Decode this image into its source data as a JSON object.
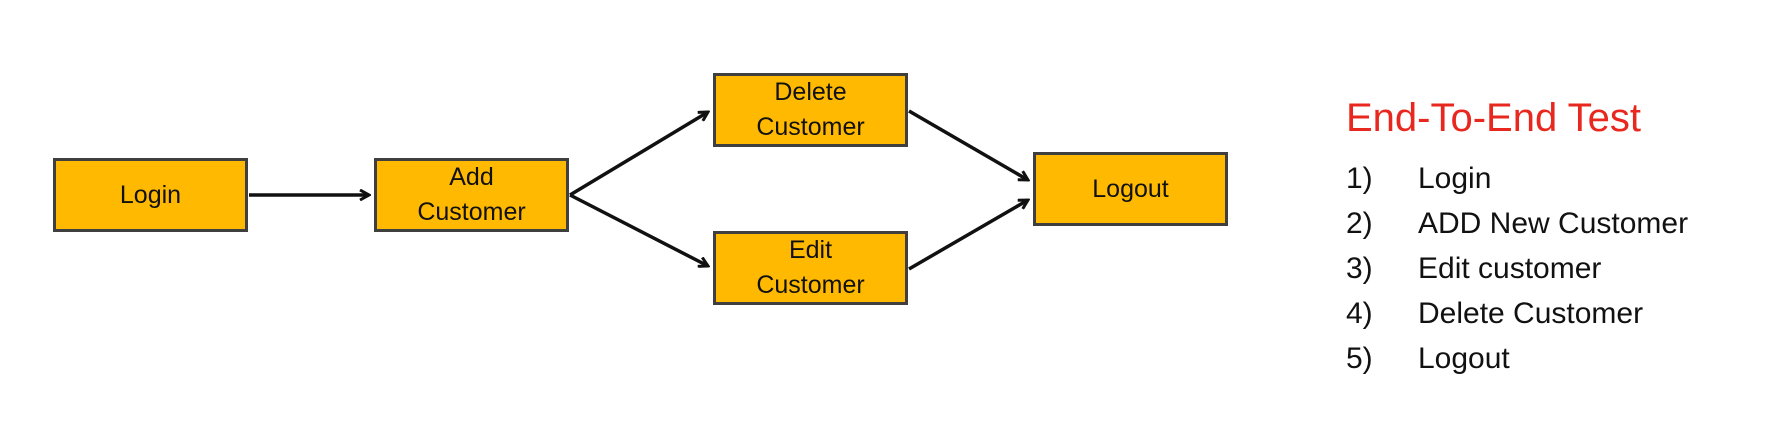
{
  "colors": {
    "node_fill": "#FFB900",
    "node_border": "#3F3F3F",
    "arrow": "#111111",
    "title": "#E8281E"
  },
  "nodes": {
    "login": "Login",
    "add_customer": "Add\nCustomer",
    "delete_customer": "Delete\nCustomer",
    "edit_customer": "Edit\nCustomer",
    "logout": "Logout"
  },
  "legend": {
    "title": "End-To-End Test",
    "items": [
      {
        "num": "1)",
        "text": "Login"
      },
      {
        "num": "2)",
        "text": "ADD New Customer"
      },
      {
        "num": "3)",
        "text": "Edit customer"
      },
      {
        "num": "4)",
        "text": "Delete Customer"
      },
      {
        "num": "5)",
        "text": "Logout"
      }
    ]
  }
}
